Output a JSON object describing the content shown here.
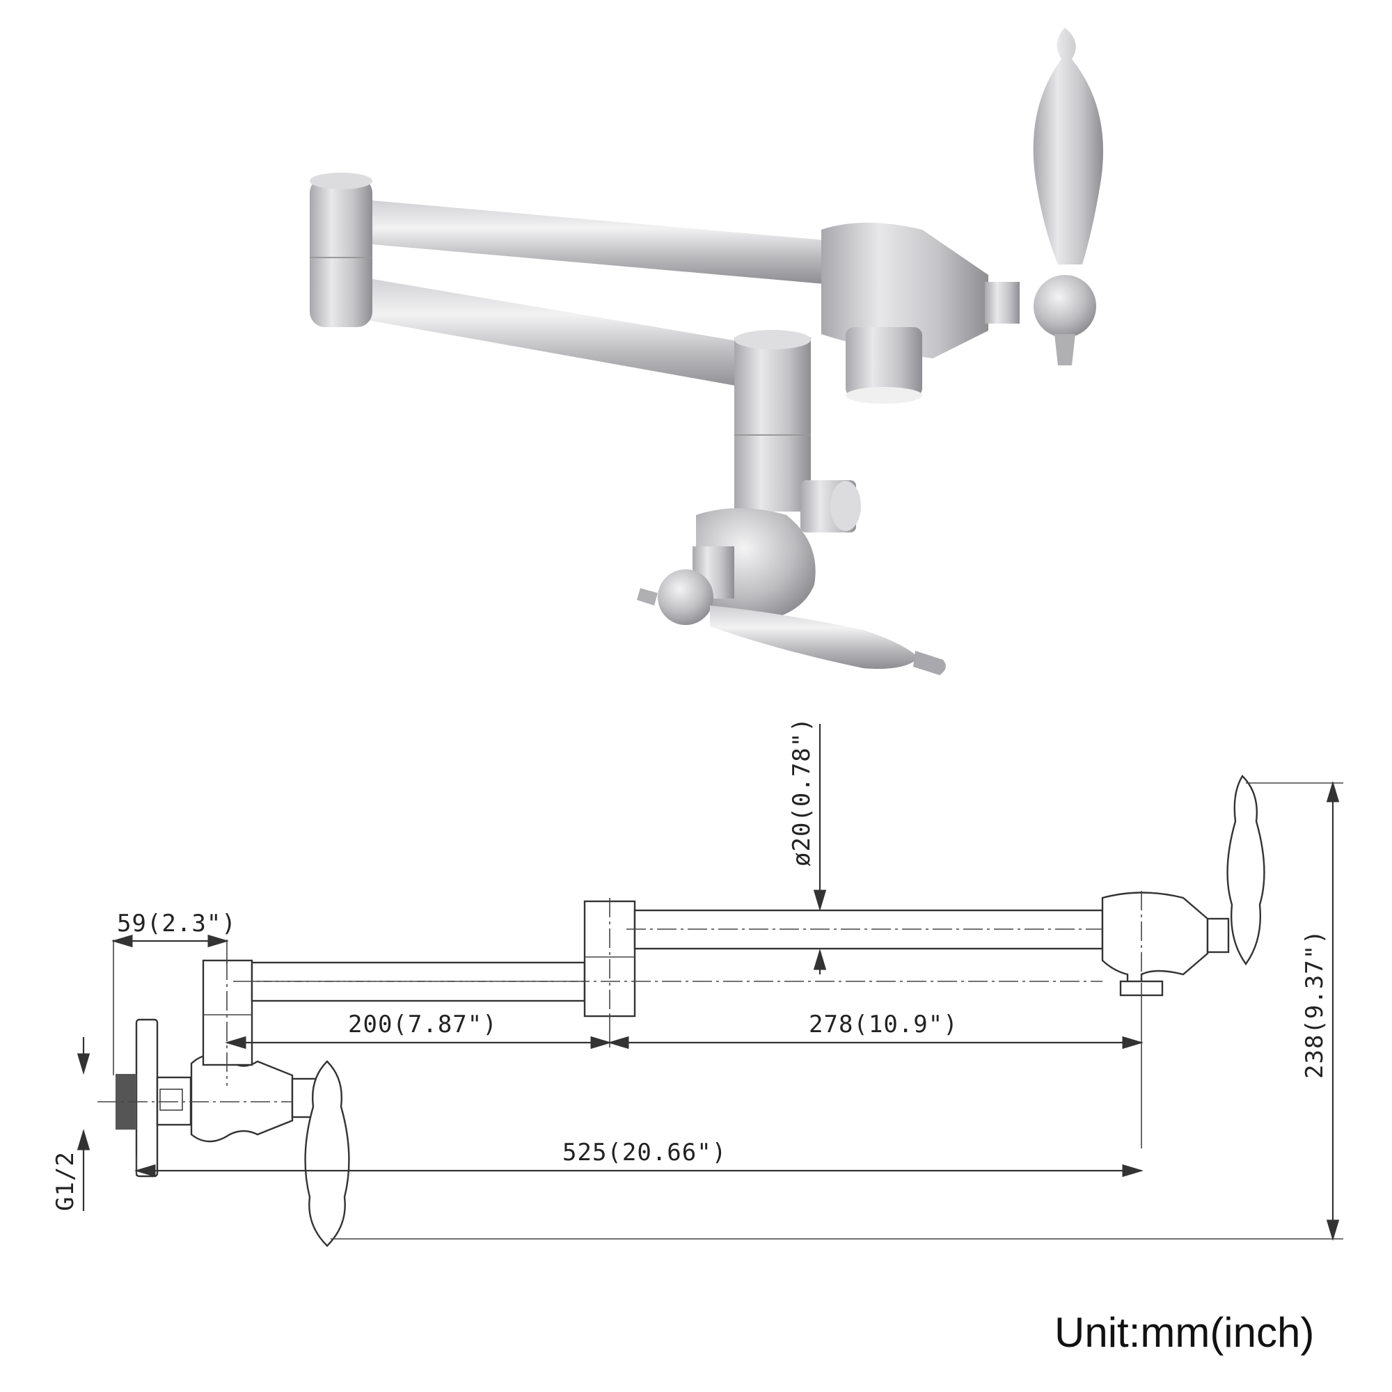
{
  "figure": {
    "subject": "wall-mount pot filler faucet",
    "unit_note": "Unit:mm(inch)"
  },
  "dimensions": {
    "inlet_offset": "59(2.3\")",
    "short_arm": "200(7.87\")",
    "long_arm": "278(10.9\")",
    "total_reach": "525(20.66\")",
    "total_height": "238(9.37\")",
    "pipe_diameter": "ø20(0.78\")",
    "thread": "G1/2"
  },
  "colors": {
    "metal_light": "#e4e4e6",
    "metal_mid": "#b9b9bc",
    "metal_dark": "#8c8c90",
    "line": "#333333"
  }
}
